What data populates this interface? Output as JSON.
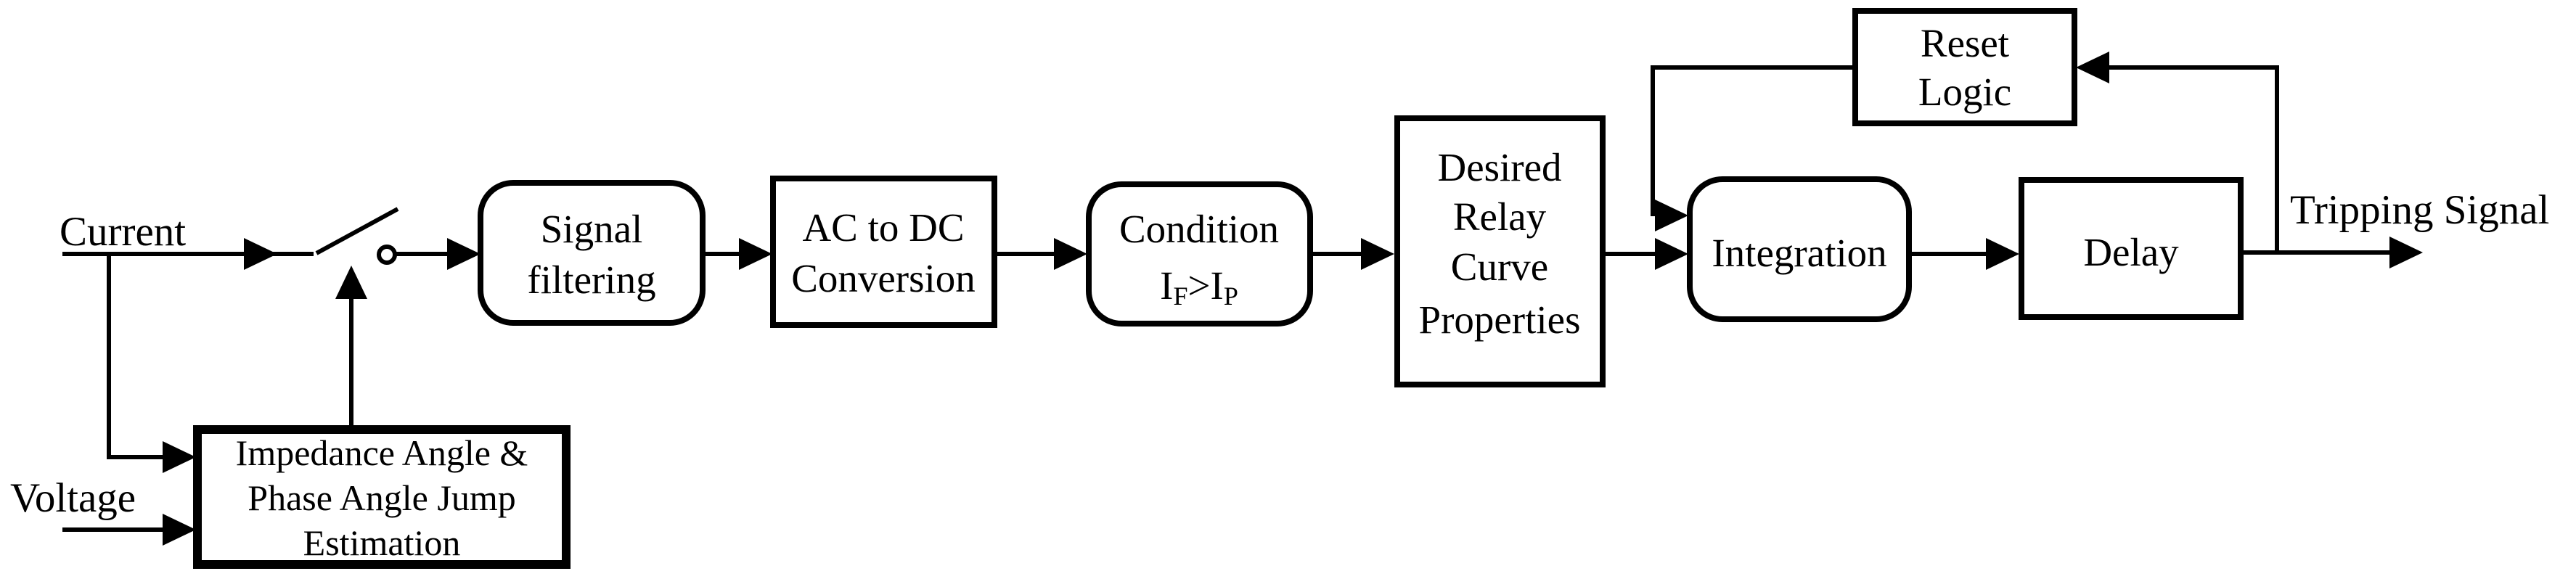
{
  "diagram": {
    "inputs": {
      "current_label": "Current",
      "voltage_label": "Voltage"
    },
    "output": {
      "tripping_label": "Tripping Signal"
    },
    "blocks": {
      "signal_filtering": {
        "line1": "Signal",
        "line2": "filtering"
      },
      "ac_dc": {
        "line1": "AC to DC",
        "line2": "Conversion"
      },
      "condition": {
        "line1": "Condition",
        "term1_base": "I",
        "term1_sub": "F",
        "operator": ">",
        "term2_base": "I",
        "term2_sub": "P"
      },
      "desired_relay": {
        "line1": "Desired",
        "line2": "Relay",
        "line3": "Curve",
        "line4": "Properties"
      },
      "integration": {
        "label": "Integration"
      },
      "delay": {
        "label": "Delay"
      },
      "reset_logic": {
        "line1": "Reset",
        "line2": "Logic"
      },
      "impedance": {
        "line1": "Impedance Angle &",
        "line2": "Phase Angle Jump",
        "line3": "Estimation"
      }
    },
    "colors": {
      "ink": "#000000",
      "background": "#ffffff"
    }
  }
}
